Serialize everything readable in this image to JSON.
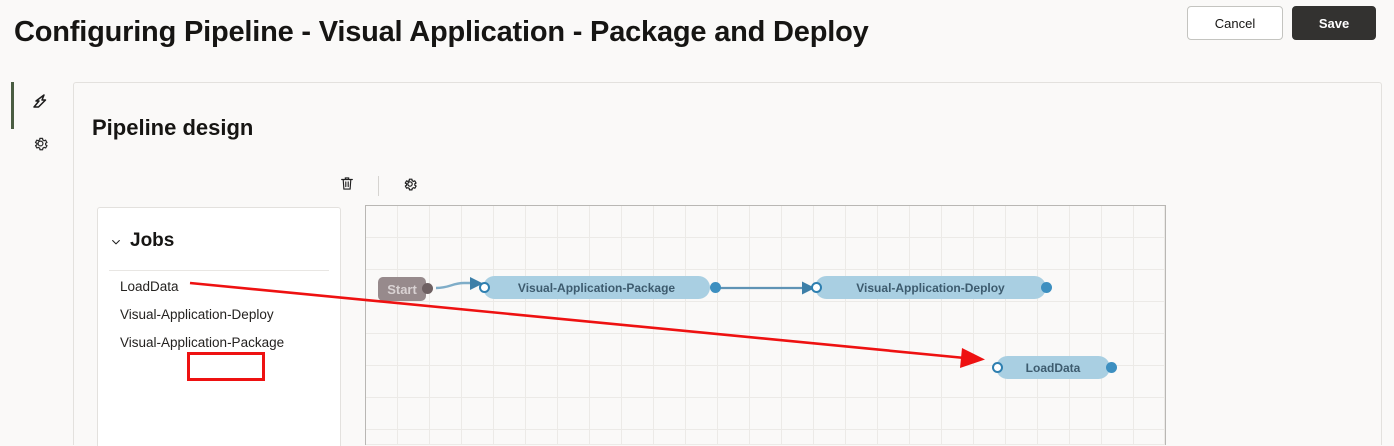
{
  "header": {
    "title": "Configuring Pipeline - Visual Application - Package and Deploy",
    "cancel_label": "Cancel",
    "save_label": "Save"
  },
  "rail": {
    "items": [
      {
        "icon": "pipeline-flow-icon",
        "selected": true
      },
      {
        "icon": "gear-icon",
        "selected": false
      }
    ],
    "accent_color": "#4a5d42"
  },
  "card": {
    "title": "Pipeline design"
  },
  "toolbar": {
    "delete_icon": "trash-icon",
    "settings_icon": "gear-icon"
  },
  "jobs_panel": {
    "header_label": "Jobs",
    "collapse_icon": "chevron-down-icon",
    "items": [
      {
        "label": "LoadData",
        "highlighted": true
      },
      {
        "label": "Visual-Application-Deploy",
        "highlighted": false
      },
      {
        "label": "Visual-Application-Package",
        "highlighted": false
      }
    ],
    "highlight_color": "#ee1111"
  },
  "canvas": {
    "nodes": [
      {
        "id": "start",
        "label": "Start",
        "type": "start"
      },
      {
        "id": "package",
        "label": "Visual-Application-Package",
        "type": "job"
      },
      {
        "id": "deploy",
        "label": "Visual-Application-Deploy",
        "type": "job"
      },
      {
        "id": "loaddata",
        "label": "LoadData",
        "type": "job"
      }
    ],
    "node_color": "#a9cfe2",
    "node_text_color": "#3d5b6e",
    "start_color": "#978a8c",
    "link_color": "#7fadc8",
    "port_color": "#3d8fc0"
  },
  "annotation": {
    "arrow_color": "#ee1111",
    "from": "jobs-panel-loaddata",
    "to": "canvas-node-loaddata"
  }
}
